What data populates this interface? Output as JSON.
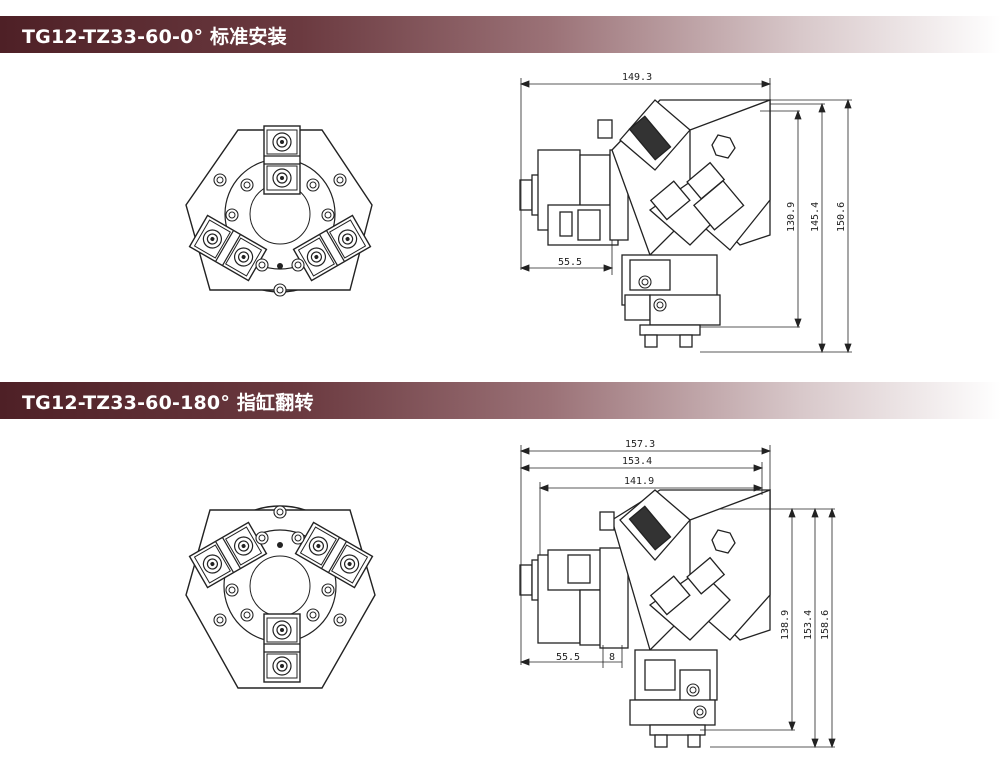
{
  "sections": [
    {
      "title": "TG12-TZ33-60-0° 标准安装",
      "dimensions": {
        "top_width": "149.3",
        "left_offset": "55.5",
        "height_a": "130.9",
        "height_b": "145.4",
        "height_c": "150.6"
      }
    },
    {
      "title": "TG12-TZ33-60-180° 指缸翻转",
      "dimensions": {
        "top_width_a": "157.3",
        "top_width_b": "153.4",
        "top_width_c": "141.9",
        "left_offset": "55.5",
        "small_offset": "8",
        "height_a": "138.9",
        "height_b": "153.4",
        "height_c": "158.6"
      }
    }
  ]
}
